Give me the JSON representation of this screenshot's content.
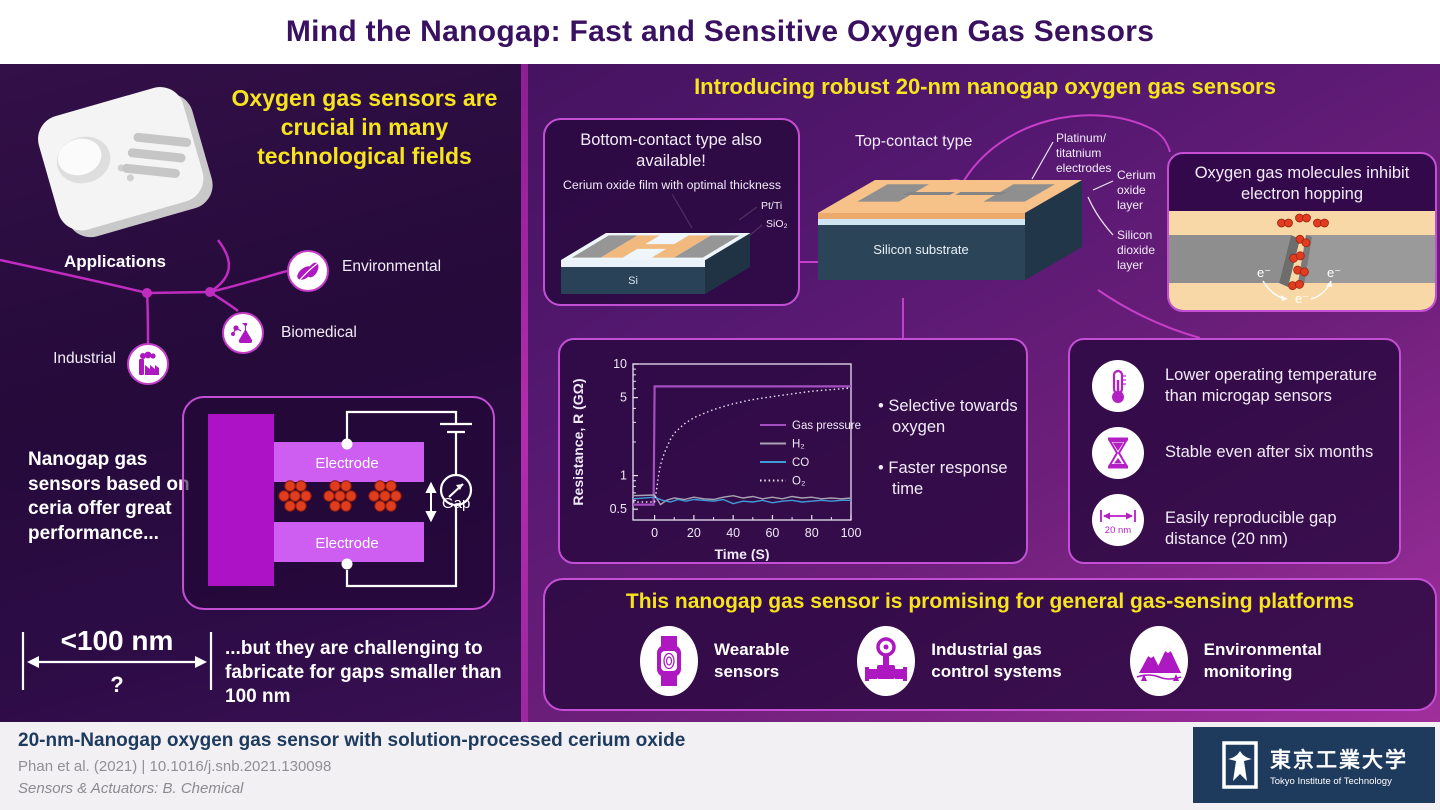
{
  "header": {
    "title": "Mind the Nanogap: Fast and Sensitive Oxygen Gas Sensors"
  },
  "left_panel": {
    "headline": "Oxygen gas sensors are crucial in many technological fields",
    "applications_label": "Applications",
    "nodes": [
      {
        "label": "Environmental",
        "icon": "leaf-icon"
      },
      {
        "label": "Biomedical",
        "icon": "flask-icon"
      },
      {
        "label": "Industrial",
        "icon": "factory-icon"
      }
    ],
    "nanogap_statement": "Nanogap gas sensors based on ceria offer great performance...",
    "diagram": {
      "electrode_label": "Electrode",
      "gap_label": "Gap"
    },
    "scale": {
      "value": "<100 nm",
      "question": "?"
    },
    "challenge": "...but they are challenging to fabricate for gaps smaller than 100 nm"
  },
  "right_panel": {
    "headline": "Introducing robust 20-nm nanogap oxygen gas sensors",
    "bottom_contact": {
      "title": "Bottom-contact type also available!",
      "caption": "Cerium oxide film with optimal thickness",
      "label_ptti": "Pt/Ti",
      "label_sio2": "SiO₂",
      "label_si": "Si"
    },
    "top_contact": {
      "title": "Top-contact type",
      "label_electrodes": [
        "Platinum/",
        "titatnium",
        "electrodes"
      ],
      "label_cerium": [
        "Cerium",
        "oxide",
        "layer"
      ],
      "label_sio2": [
        "Silicon",
        "dioxide",
        "layer"
      ],
      "substrate": "Silicon substrate"
    },
    "oxygen_box": {
      "title": "Oxygen gas molecules inhibit electron hopping",
      "electron_left": "e⁻",
      "electron_right": "e⁻",
      "electron_center": "e⁻"
    },
    "results": {
      "bullet1": "• Selective towards\noxygen",
      "bullet2": "• Faster response\ntime"
    },
    "benefits": [
      {
        "icon": "thermometer-icon",
        "text": "Lower operating temperature than microgap sensors"
      },
      {
        "icon": "hourglass-icon",
        "text": "Stable even after six months"
      },
      {
        "icon": "gap-distance-icon",
        "badge": "20 nm",
        "text": "Easily reproducible gap distance (20 nm)"
      }
    ],
    "banner": {
      "title": "This nanogap gas sensor is promising for general gas-sensing platforms",
      "items": [
        {
          "icon": "smartwatch-icon",
          "text": "Wearable\nsensors"
        },
        {
          "icon": "valve-icon",
          "text": "Industrial gas\ncontrol systems"
        },
        {
          "icon": "mountains-icon",
          "text": "Environmental\nmonitoring"
        }
      ]
    }
  },
  "chart_data": {
    "type": "line",
    "title": "",
    "xlabel": "Time (S)",
    "ylabel": "Resistance, R (GΩ)",
    "x_ticks": [
      0,
      20,
      40,
      60,
      80,
      100
    ],
    "y_ticks": [
      0.5,
      1,
      5,
      10
    ],
    "y_scale": "log",
    "xlim": [
      -11,
      100
    ],
    "ylim": [
      0.4,
      10
    ],
    "grid": false,
    "legend_position": "inside-right",
    "series": [
      {
        "name": "Gas pressure",
        "color": "#a44fc0",
        "style": "solid",
        "points": [
          [
            -11,
            0.55
          ],
          [
            -0.5,
            0.55
          ],
          [
            0,
            6.3
          ],
          [
            100,
            6.3
          ]
        ]
      },
      {
        "name": "H₂",
        "color": "#a9a2b2",
        "style": "solid",
        "points": [
          [
            -11,
            0.66
          ],
          [
            0,
            0.67
          ],
          [
            3,
            0.55
          ],
          [
            6,
            0.6
          ],
          [
            10,
            0.63
          ],
          [
            15,
            0.61
          ],
          [
            20,
            0.64
          ],
          [
            25,
            0.62
          ],
          [
            30,
            0.61
          ],
          [
            35,
            0.64
          ],
          [
            40,
            0.66
          ],
          [
            45,
            0.63
          ],
          [
            50,
            0.65
          ],
          [
            55,
            0.62
          ],
          [
            60,
            0.64
          ],
          [
            65,
            0.62
          ],
          [
            70,
            0.65
          ],
          [
            75,
            0.63
          ],
          [
            80,
            0.64
          ],
          [
            85,
            0.62
          ],
          [
            90,
            0.63
          ],
          [
            95,
            0.62
          ],
          [
            100,
            0.63
          ]
        ]
      },
      {
        "name": "CO",
        "color": "#3f9bd8",
        "style": "solid",
        "points": [
          [
            -11,
            0.62
          ],
          [
            0,
            0.64
          ],
          [
            4,
            0.6
          ],
          [
            8,
            0.58
          ],
          [
            12,
            0.61
          ],
          [
            16,
            0.59
          ],
          [
            20,
            0.61
          ],
          [
            25,
            0.6
          ],
          [
            30,
            0.59
          ],
          [
            35,
            0.61
          ],
          [
            40,
            0.56
          ],
          [
            45,
            0.59
          ],
          [
            50,
            0.58
          ],
          [
            55,
            0.6
          ],
          [
            60,
            0.57
          ],
          [
            65,
            0.59
          ],
          [
            70,
            0.6
          ],
          [
            75,
            0.58
          ],
          [
            80,
            0.59
          ],
          [
            85,
            0.6
          ],
          [
            90,
            0.59
          ],
          [
            95,
            0.6
          ],
          [
            100,
            0.6
          ]
        ]
      },
      {
        "name": "O₂",
        "color": "#e8e1f2",
        "style": "dotted",
        "points": [
          [
            -11,
            0.58
          ],
          [
            0,
            0.58
          ],
          [
            1,
            0.75
          ],
          [
            2,
            1.0
          ],
          [
            3,
            1.25
          ],
          [
            5,
            1.6
          ],
          [
            8,
            2.1
          ],
          [
            10,
            2.4
          ],
          [
            15,
            2.9
          ],
          [
            20,
            3.3
          ],
          [
            25,
            3.6
          ],
          [
            30,
            3.9
          ],
          [
            35,
            4.15
          ],
          [
            40,
            4.4
          ],
          [
            45,
            4.6
          ],
          [
            50,
            4.8
          ],
          [
            55,
            4.95
          ],
          [
            60,
            5.1
          ],
          [
            65,
            5.25
          ],
          [
            70,
            5.4
          ],
          [
            75,
            5.55
          ],
          [
            80,
            5.7
          ],
          [
            85,
            5.8
          ],
          [
            90,
            5.9
          ],
          [
            95,
            6.0
          ],
          [
            100,
            6.1
          ]
        ]
      }
    ]
  },
  "footer": {
    "paper_title": "20-nm-Nanogap oxygen gas sensor with solution-processed cerium oxide",
    "citation": "Phan et al. (2021)   |   10.1016/j.snb.2021.130098",
    "journal": "Sensors & Actuators: B. Chemical",
    "logo": {
      "jp": "東京工業大学",
      "en": "Tokyo Institute of Technology"
    }
  },
  "colors": {
    "accent_yellow": "#f6e41c",
    "magenta_border": "#c44fd4",
    "deep_purple": "#3a0f55",
    "navy_logo": "#1e3a5c",
    "ceria_orange": "#f6c289",
    "electrode_gray": "#8f8f8f"
  }
}
